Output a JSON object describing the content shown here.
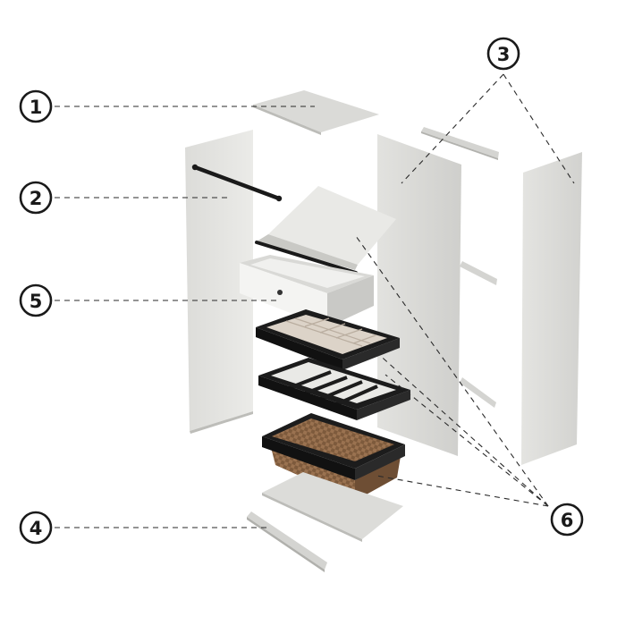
{
  "callouts": [
    {
      "number": "1",
      "part": "top-panel"
    },
    {
      "number": "2",
      "part": "hanging-rail"
    },
    {
      "number": "3",
      "part": "side-panels"
    },
    {
      "number": "4",
      "part": "plinth"
    },
    {
      "number": "5",
      "part": "drawer"
    },
    {
      "number": "6",
      "part": "accessories"
    }
  ],
  "colors": {
    "panel_light": "#e6e6e4",
    "panel_mid": "#cfcfcc",
    "panel_dark": "#b8b8b4",
    "frame_black": "#1c1c1c",
    "rail_black": "#1a1a1a",
    "rattan": "#9a7250",
    "rattan_dark": "#6e4e34",
    "tray_beige": "#dcd3c8",
    "callout_stroke": "#1a1a1a"
  }
}
